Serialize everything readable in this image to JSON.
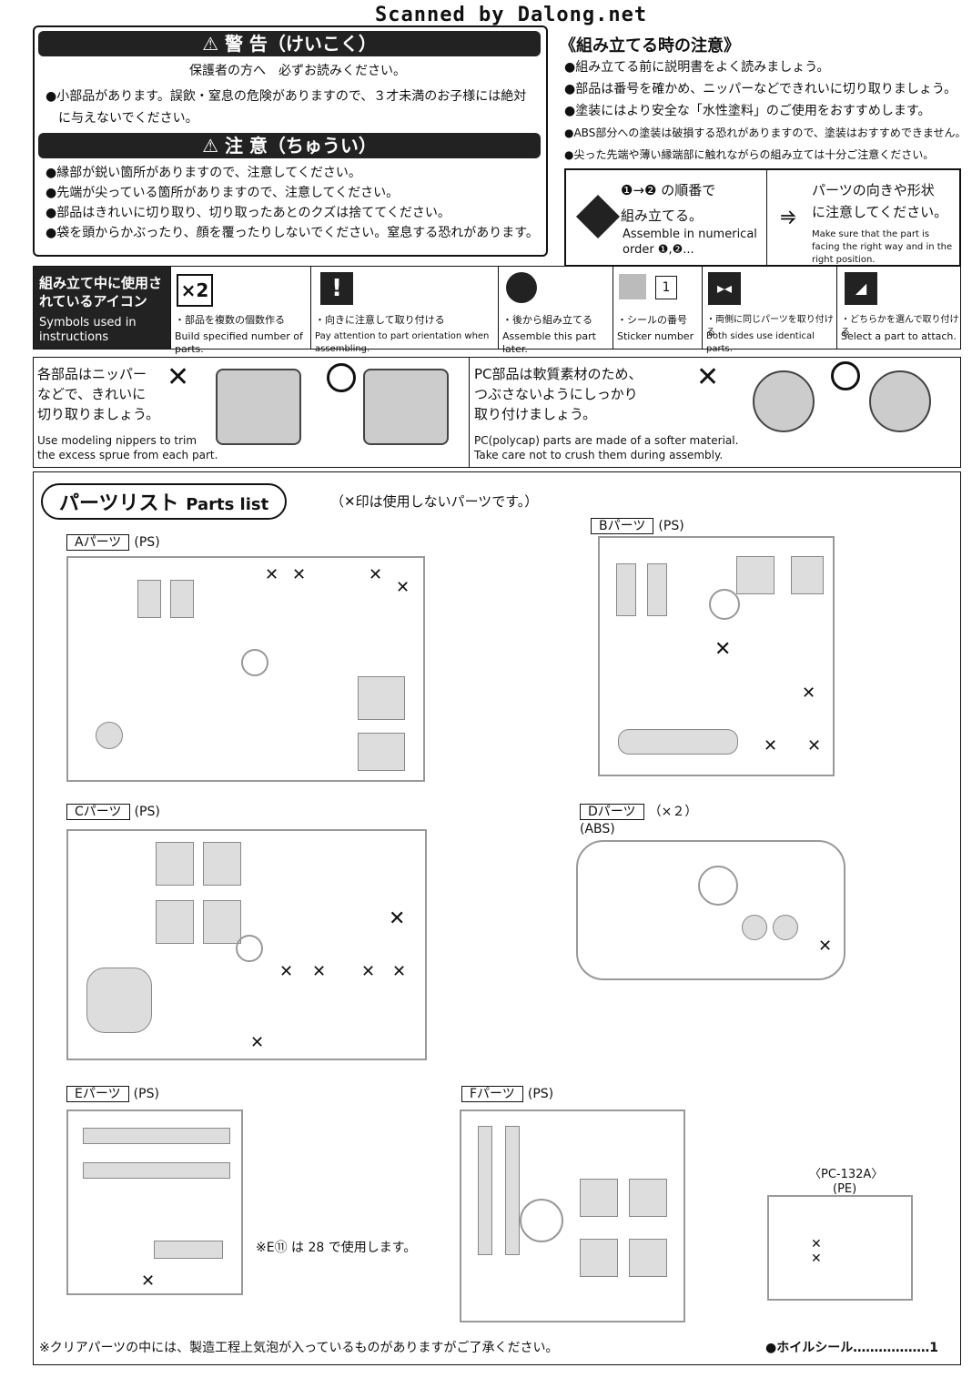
{
  "header": {
    "scanned": "Scanned by Dalong.net"
  },
  "warning": {
    "title": "⚠ 警 告（けいこく）",
    "line1": "保護者の方へ　必ずお読みください。",
    "line2": "●小部品があります。誤飲・窒息の危険がありますので、３才未満のお子様には絶対",
    "line3": "に与えないでください。"
  },
  "caution": {
    "title": "⚠ 注 意（ちゅうい）",
    "lines": [
      "●縁部が鋭い箇所がありますので、注意してください。",
      "●先端が尖っている箇所がありますので、注意してください。",
      "●部品はきれいに切り取り、切り取ったあとのクズは捨ててください。",
      "●袋を頭からかぶったり、顔を覆ったりしないでください。窒息する恐れがあります。"
    ]
  },
  "assembly_notice": {
    "title": "《組み立てる時の注意》",
    "lines": [
      "●組み立てる前に説明書をよく読みましょう。",
      "●部品は番号を確かめ、ニッパーなどできれいに切り取りましょう。",
      "●塗装にはより安全な「水性塗料」のご使用をおすすめします。",
      "●ABS部分への塗装は破損する恐れがありますので、塗装はおすすめできません。",
      "●尖った先端や薄い縁端部に触れながらの組み立ては十分ご注意ください。"
    ],
    "order_jp1": "❶→❷ の順番で",
    "order_jp2": "組み立てる。",
    "order_en": "Assemble in numerical order ❶,❷...",
    "direction_jp1": "パーツの向きや形状",
    "direction_jp2": "に注意してください。",
    "direction_en": "Make sure that the part is facing the right way and in the right position."
  },
  "icons": {
    "heading_jp": "組み立て中に使用されているアイコン",
    "heading_en": "Symbols used in instructions",
    "items": [
      {
        "symbol": "×2",
        "jp": "・部品を複数の個数作る",
        "en": "Build specified number of parts."
      },
      {
        "symbol": "!",
        "jp": "・向きに注意して取り付ける",
        "en": "Pay attention to part orientation when assembling."
      },
      {
        "symbol": "",
        "jp": "・後から組み立てる",
        "en": "Assemble this part later."
      },
      {
        "symbol": "1",
        "jp": "・シールの番号",
        "en": "Sticker number"
      },
      {
        "symbol": "",
        "jp": "・両側に同じパーツを取り付ける",
        "en": "Both sides use identical parts."
      },
      {
        "symbol": "",
        "jp": "・どちらかを選んで取り付ける",
        "en": "Select a part to attach."
      }
    ]
  },
  "tips": {
    "nipper_jp": [
      "各部品はニッパー",
      "などで、きれいに",
      "切り取りましょう。"
    ],
    "nipper_en": [
      "Use modeling nippers to trim",
      "the excess sprue from each part."
    ],
    "pc_jp": [
      "PC部品は軟質素材のため、",
      "つぶさないようにしっかり",
      "取り付けましょう。"
    ],
    "pc_en": [
      "PC(polycap) parts are made of a softer material.",
      "Take care not to crush them during assembly."
    ]
  },
  "parts": {
    "title_jp": "パーツリスト",
    "title_en": "Parts list",
    "note": "（✕印は使用しないパーツです。）",
    "runners": [
      {
        "label": "Aパーツ",
        "material": "(PS)"
      },
      {
        "label": "Bパーツ",
        "material": "(PS)"
      },
      {
        "label": "Cパーツ",
        "material": "(PS)"
      },
      {
        "label": "Dパーツ",
        "material": "（×２）",
        "material2": "(ABS)"
      },
      {
        "label": "Eパーツ",
        "material": "(PS)"
      },
      {
        "label": "Fパーツ",
        "material": "(PS)"
      }
    ],
    "pc_label": "〈PC-132A〉",
    "pc_material": "(PE)",
    "e11_note": "※E⑪ は 28 で使用します。",
    "footer_note": "※クリアパーツの中には、製造工程上気泡が入っているものがありますがご了承ください。",
    "footer_right": "●ホイルシール………………1"
  }
}
